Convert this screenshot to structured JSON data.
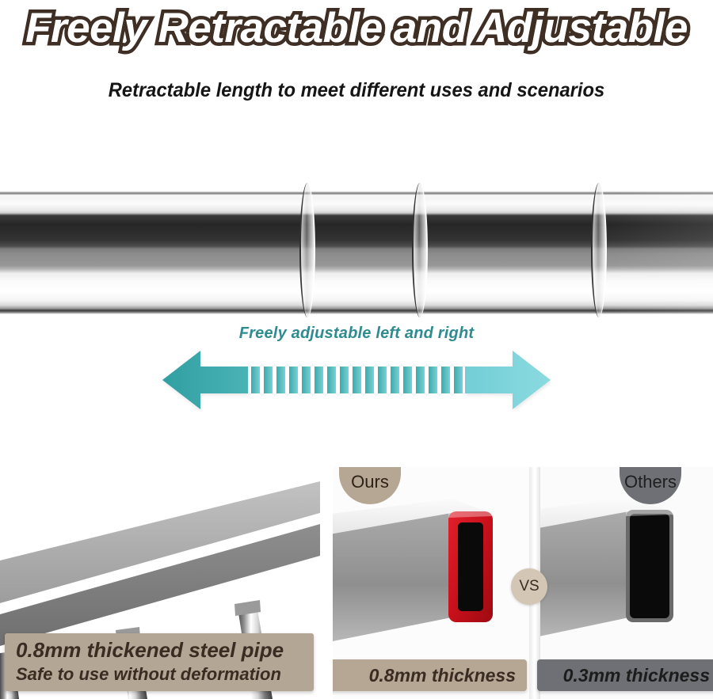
{
  "header": {
    "title": "Freely Retractable and Adjustable",
    "subtitle": "Retractable length to meet different uses and scenarios",
    "title_fill_color": "#FFFFFF",
    "title_outline_color": "#3E2E23",
    "subtitle_color": "#151515"
  },
  "pipe_section": {
    "name": "telescoping-chrome-pipe",
    "joint_count": 3
  },
  "arrow_section": {
    "caption": "Freely adjustable left and right",
    "caption_color": "#2E8C90",
    "arrow_color_left": "#35A0A3",
    "arrow_color_right": "#7FD4DA",
    "segment_count": 16,
    "direction": "bidirectional"
  },
  "left_panel": {
    "caption_line1": "0.8mm thickened steel pipe",
    "caption_line2": "Safe to use without deformation",
    "caption_bg_color": "#B4A694",
    "caption_text_color": "#3A2C22"
  },
  "comparison": {
    "vs_label": "VS",
    "vs_bg_color": "#D4C6B5",
    "ours": {
      "badge": "Ours",
      "badge_bg_color": "#B5A793",
      "label": "0.8mm thickness",
      "label_bg_color": "#B5A793",
      "wall_highlight_color": "#C8101B"
    },
    "others": {
      "badge": "Others",
      "badge_bg_color": "#6E7075",
      "label": "0.3mm thickness",
      "label_bg_color": "#6E7075",
      "wall_highlight_color": "#6A6A6A"
    }
  }
}
